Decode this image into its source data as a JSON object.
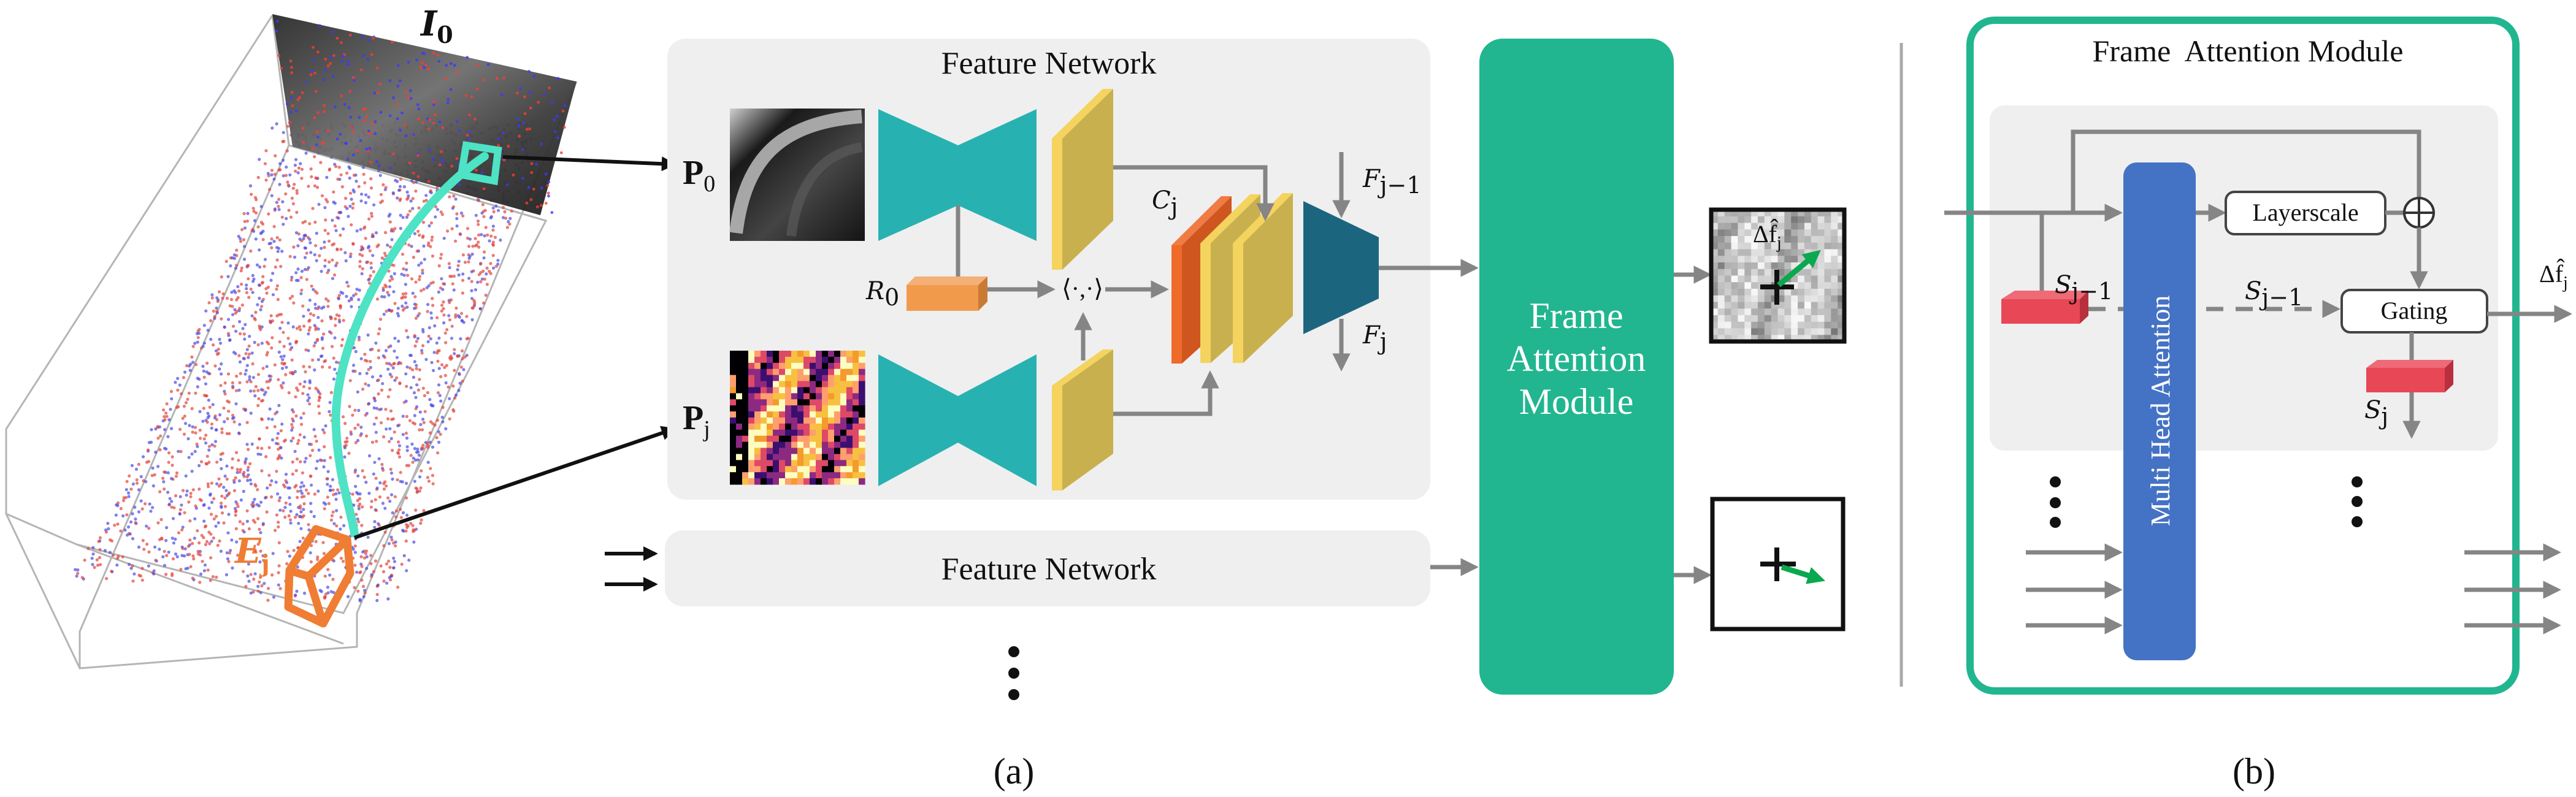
{
  "figure": {
    "panel_a": {
      "caption": "(a)",
      "scene": {
        "image_label": "I",
        "image_label_sub": "0",
        "event_label": "E",
        "event_label_sub": "j"
      },
      "feature_network": {
        "title": "Feature Network",
        "patch_ref_label": "P",
        "patch_ref_sub": "0",
        "patch_cur_label": "P",
        "patch_cur_sub": "j",
        "r0_label": "R",
        "r0_sub": "0",
        "correlation_label": "⟨·,·⟩",
        "corr_volume_label": "C",
        "corr_volume_sub": "j",
        "f_prev_label": "F",
        "f_prev_sub": "j−1",
        "f_cur_label": "F",
        "f_cur_sub": "j"
      },
      "feature_network_repeat": {
        "title": "Feature Network"
      },
      "frame_attention_module": {
        "line1": "Frame",
        "line2": "Attention",
        "line3": "Module"
      },
      "output": {
        "delta_label": "Δf̂",
        "delta_sub": "j"
      },
      "ellipsis": "⋮"
    },
    "panel_b": {
      "caption": "(b)",
      "title": "Frame  Attention Module",
      "mha_label": "Multi Head Attention",
      "layerscale_label": "Layerscale",
      "gating_label": "Gating",
      "state_prev_label": "S",
      "state_prev_sub": "j−1",
      "state_prev_label_2": "S",
      "state_prev_sub_2": "j−1",
      "state_cur_label": "S",
      "state_cur_sub": "j",
      "output_label": "Δf̂",
      "output_sub": "j"
    },
    "colors": {
      "teal_encoder": "#27b2b1",
      "fam_green": "#21b68f",
      "feature_yellow": "#c9b04f",
      "feature_yellow_edge": "#f4d35e",
      "corr_orange": "#cf561f",
      "r0_orange": "#f29a4c",
      "decoder_blue": "#1c657f",
      "mha_blue": "#4472c4",
      "state_red": "#e84756",
      "track_cyan": "#4de3c4",
      "event_orange": "#ef7d33",
      "flow_green": "#0aa84f",
      "panel_gray": "#efefef",
      "arrow_gray": "#858585"
    }
  }
}
